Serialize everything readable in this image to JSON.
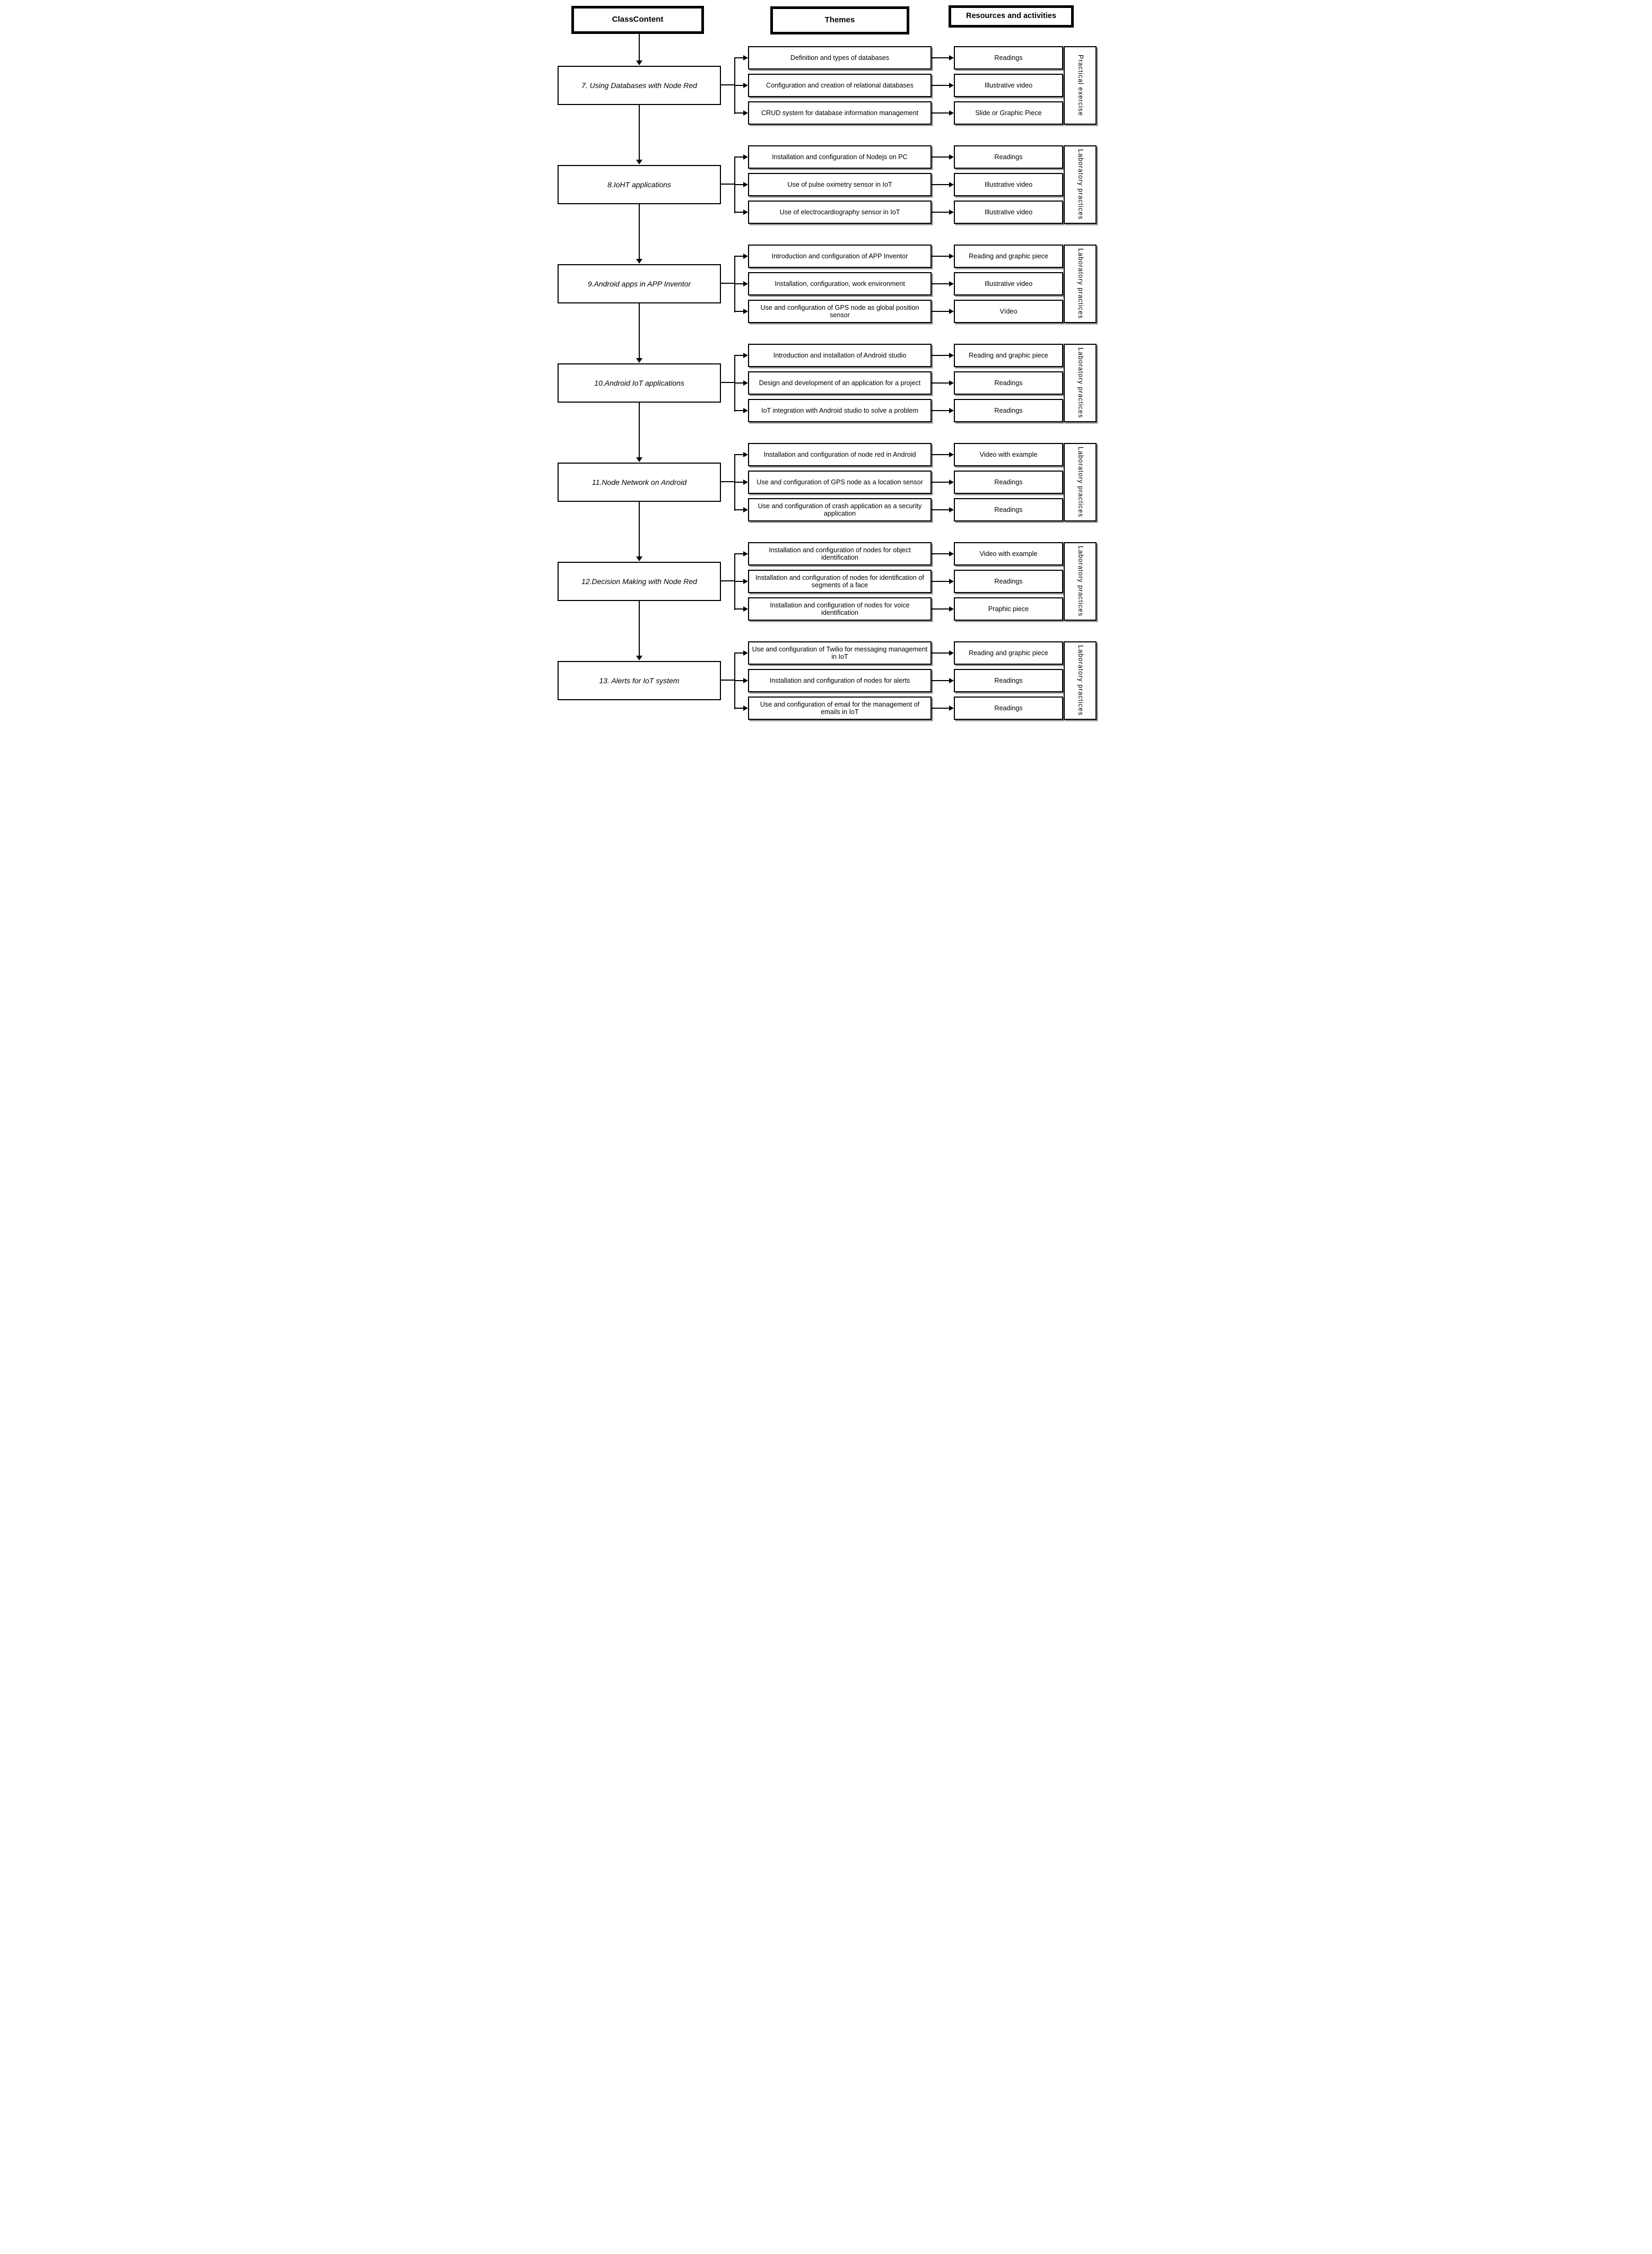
{
  "headers": {
    "class_content": "ClassContent",
    "themes": "Themes",
    "resources": "Resources and activities"
  },
  "colors": {
    "line": "#000000",
    "box_background": "#ffffff",
    "box_shadow": "#909090"
  },
  "rows": [
    {
      "class_label": "7. Using Databases with Node Red",
      "side_label": "Practical exercise",
      "items": [
        {
          "theme": "Definition and types of databases",
          "resource": "Readings"
        },
        {
          "theme": "Configuration and creation of relational databases",
          "resource": "Illustrative video"
        },
        {
          "theme": "CRUD system for database information management",
          "resource": "Slide or Graphic Piece"
        }
      ]
    },
    {
      "class_label": "8.IoHT applications",
      "side_label": "Laboratory practices",
      "items": [
        {
          "theme": "Installation and configuration of Nodejs on PC",
          "resource": "Readings"
        },
        {
          "theme": "Use of pulse oximetry sensor in IoT",
          "resource": "Illustrative video"
        },
        {
          "theme": "Use of electrocardiography sensor in IoT",
          "resource": "Illustrative video"
        }
      ]
    },
    {
      "class_label": "9.Android apps in APP Inventor",
      "side_label": "Laboratory practices",
      "items": [
        {
          "theme": "Introduction and configuration of APP Inventor",
          "resource": "Reading and graphic piece"
        },
        {
          "theme": "Installation, configuration, work environment",
          "resource": "Illustrative video"
        },
        {
          "theme": "Use and configuration of GPS node as global position sensor",
          "resource": "Vídeo"
        }
      ]
    },
    {
      "class_label": "10.Android IoT applications",
      "side_label": "Laboratory practices",
      "items": [
        {
          "theme": "Introduction and installation of Android studio",
          "resource": "Reading and graphic piece"
        },
        {
          "theme": "Design and development of an application for a project",
          "resource": "Readings"
        },
        {
          "theme": "IoT integration with Android studio to solve a problem",
          "resource": "Readings"
        }
      ]
    },
    {
      "class_label": "11.Node Network on Android",
      "side_label": "Laboratory practices",
      "items": [
        {
          "theme": "Installation and configuration of node red in Android",
          "resource": "Video with example"
        },
        {
          "theme": "Use and configuration of GPS node as a location sensor",
          "resource": "Readings"
        },
        {
          "theme": "Use and configuration of crash application as a security application",
          "resource": "Readings"
        }
      ]
    },
    {
      "class_label": "12.Decision Making with Node Red",
      "side_label": "Laboratory practices",
      "items": [
        {
          "theme": "Installation and configuration of nodes for object identification",
          "resource": "Video with example"
        },
        {
          "theme": "Installation and configuration of nodes for identification of segments of a face",
          "resource": "Readings"
        },
        {
          "theme": "Installation and configuration of nodes for voice identification",
          "resource": "Praphic piece"
        }
      ]
    },
    {
      "class_label": "13. Alerts for IoT system",
      "side_label": "Laboratory practices",
      "items": [
        {
          "theme": "Use and configuration of Twilio for messaging management in IoT",
          "resource": "Reading and graphic piece"
        },
        {
          "theme": "Installation and configuration of nodes for alerts",
          "resource": "Readings"
        },
        {
          "theme": "Use and configuration of email for the management of emails in IoT",
          "resource": "Readings"
        }
      ]
    }
  ]
}
